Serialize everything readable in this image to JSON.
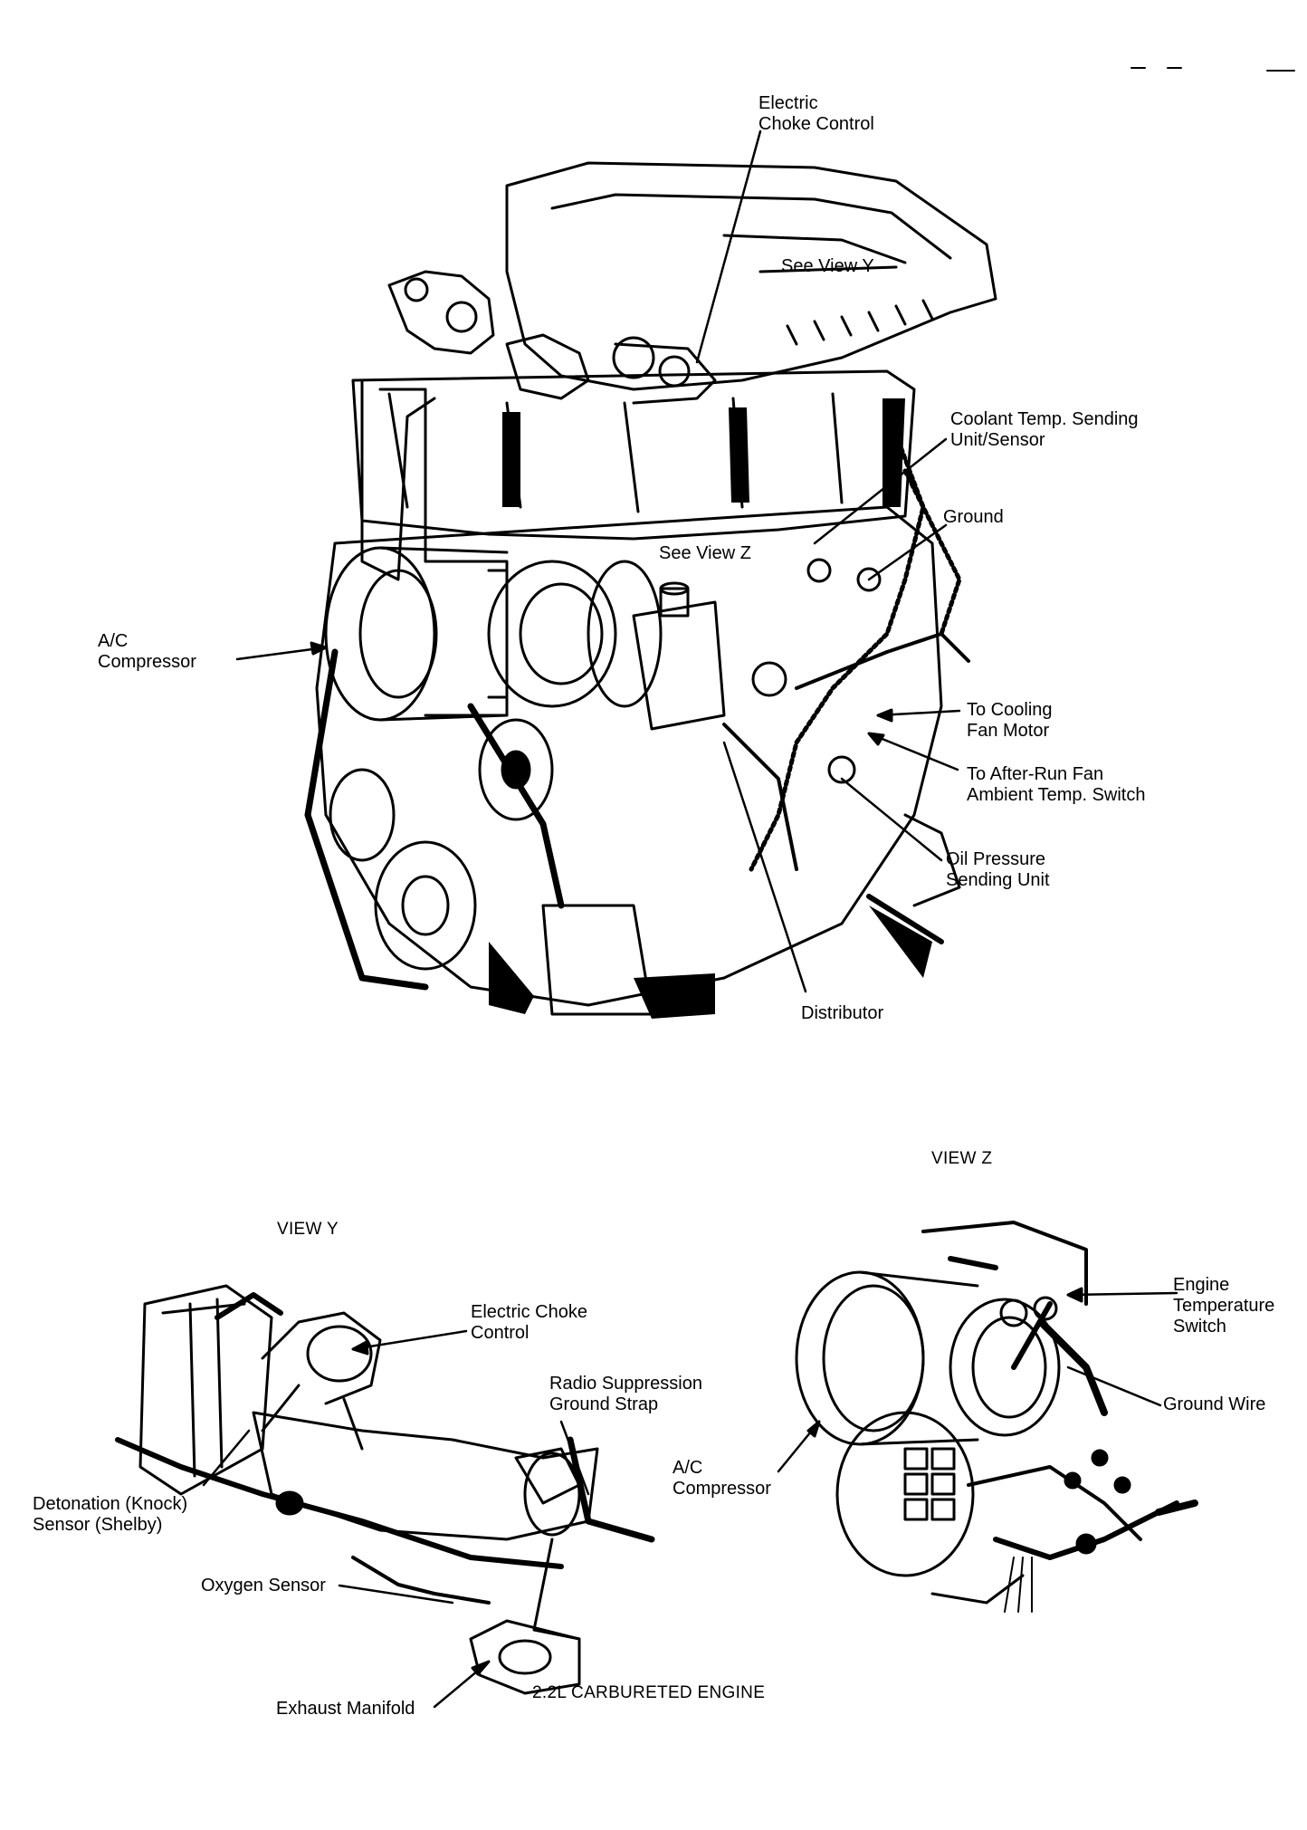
{
  "main_view": {
    "labels": {
      "electric_choke_control": "Electric\nChoke Control",
      "see_view_y": "See View Y",
      "coolant_temp": "Coolant Temp. Sending\nUnit/Sensor",
      "ground": "Ground",
      "see_view_z": "See View Z",
      "ac_compressor": "A/C\nCompressor",
      "cooling_fan": "To Cooling\nFan Motor",
      "after_run_fan": "To After-Run Fan\nAmbient Temp. Switch",
      "oil_pressure": "Oil Pressure\nSending Unit",
      "distributor": "Distributor"
    }
  },
  "view_y": {
    "title": "VIEW Y",
    "labels": {
      "electric_choke_control": "Electric Choke\nControl",
      "radio_suppression": "Radio Suppression\nGround Strap",
      "detonation_sensor": "Detonation (Knock)\nSensor (Shelby)",
      "oxygen_sensor": "Oxygen Sensor",
      "exhaust_manifold": "Exhaust Manifold"
    }
  },
  "view_z": {
    "title": "VIEW Z",
    "labels": {
      "engine_temp_switch": "Engine\nTemperature\nSwitch",
      "ground_wire": "Ground Wire",
      "ac_compressor": "A/C\nCompressor"
    }
  },
  "caption": "2.2L CARBURETED ENGINE"
}
